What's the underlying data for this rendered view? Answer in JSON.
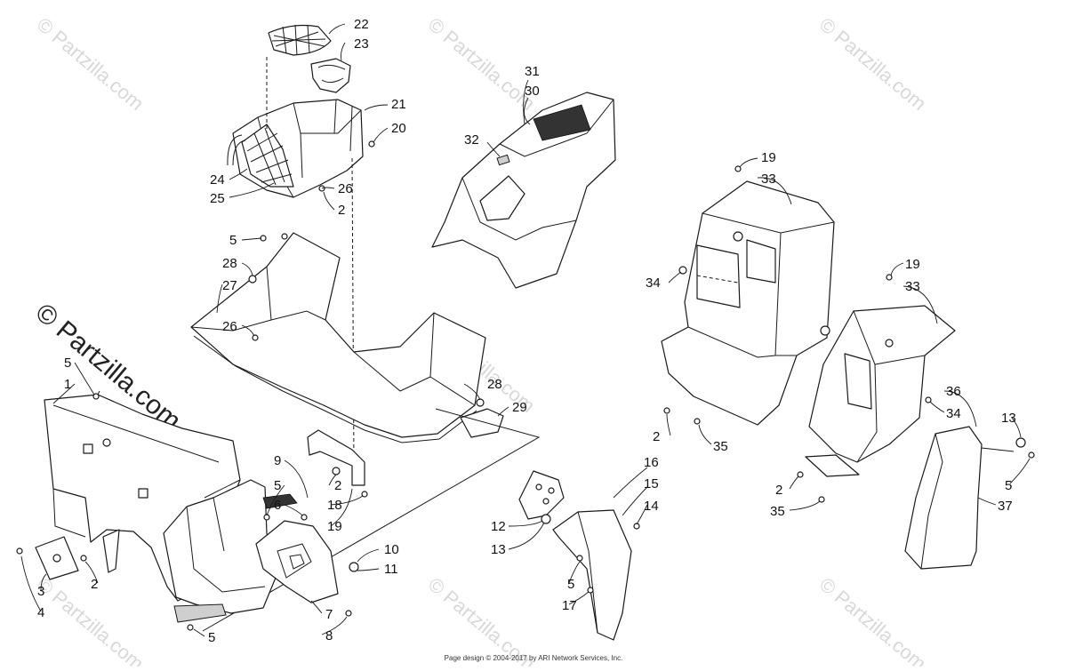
{
  "watermark": "© Partzilla.com",
  "footer": "Page design © 2004-2017 by ARI Network Services, Inc.",
  "callouts": [
    "1",
    "2",
    "3",
    "4",
    "5",
    "6",
    "7",
    "8",
    "9",
    "10",
    "11",
    "12",
    "13",
    "14",
    "15",
    "16",
    "17",
    "18",
    "19",
    "20",
    "21",
    "22",
    "23",
    "24",
    "25",
    "26",
    "27",
    "28",
    "29",
    "30",
    "31",
    "32",
    "33",
    "34",
    "35",
    "36",
    "37"
  ]
}
